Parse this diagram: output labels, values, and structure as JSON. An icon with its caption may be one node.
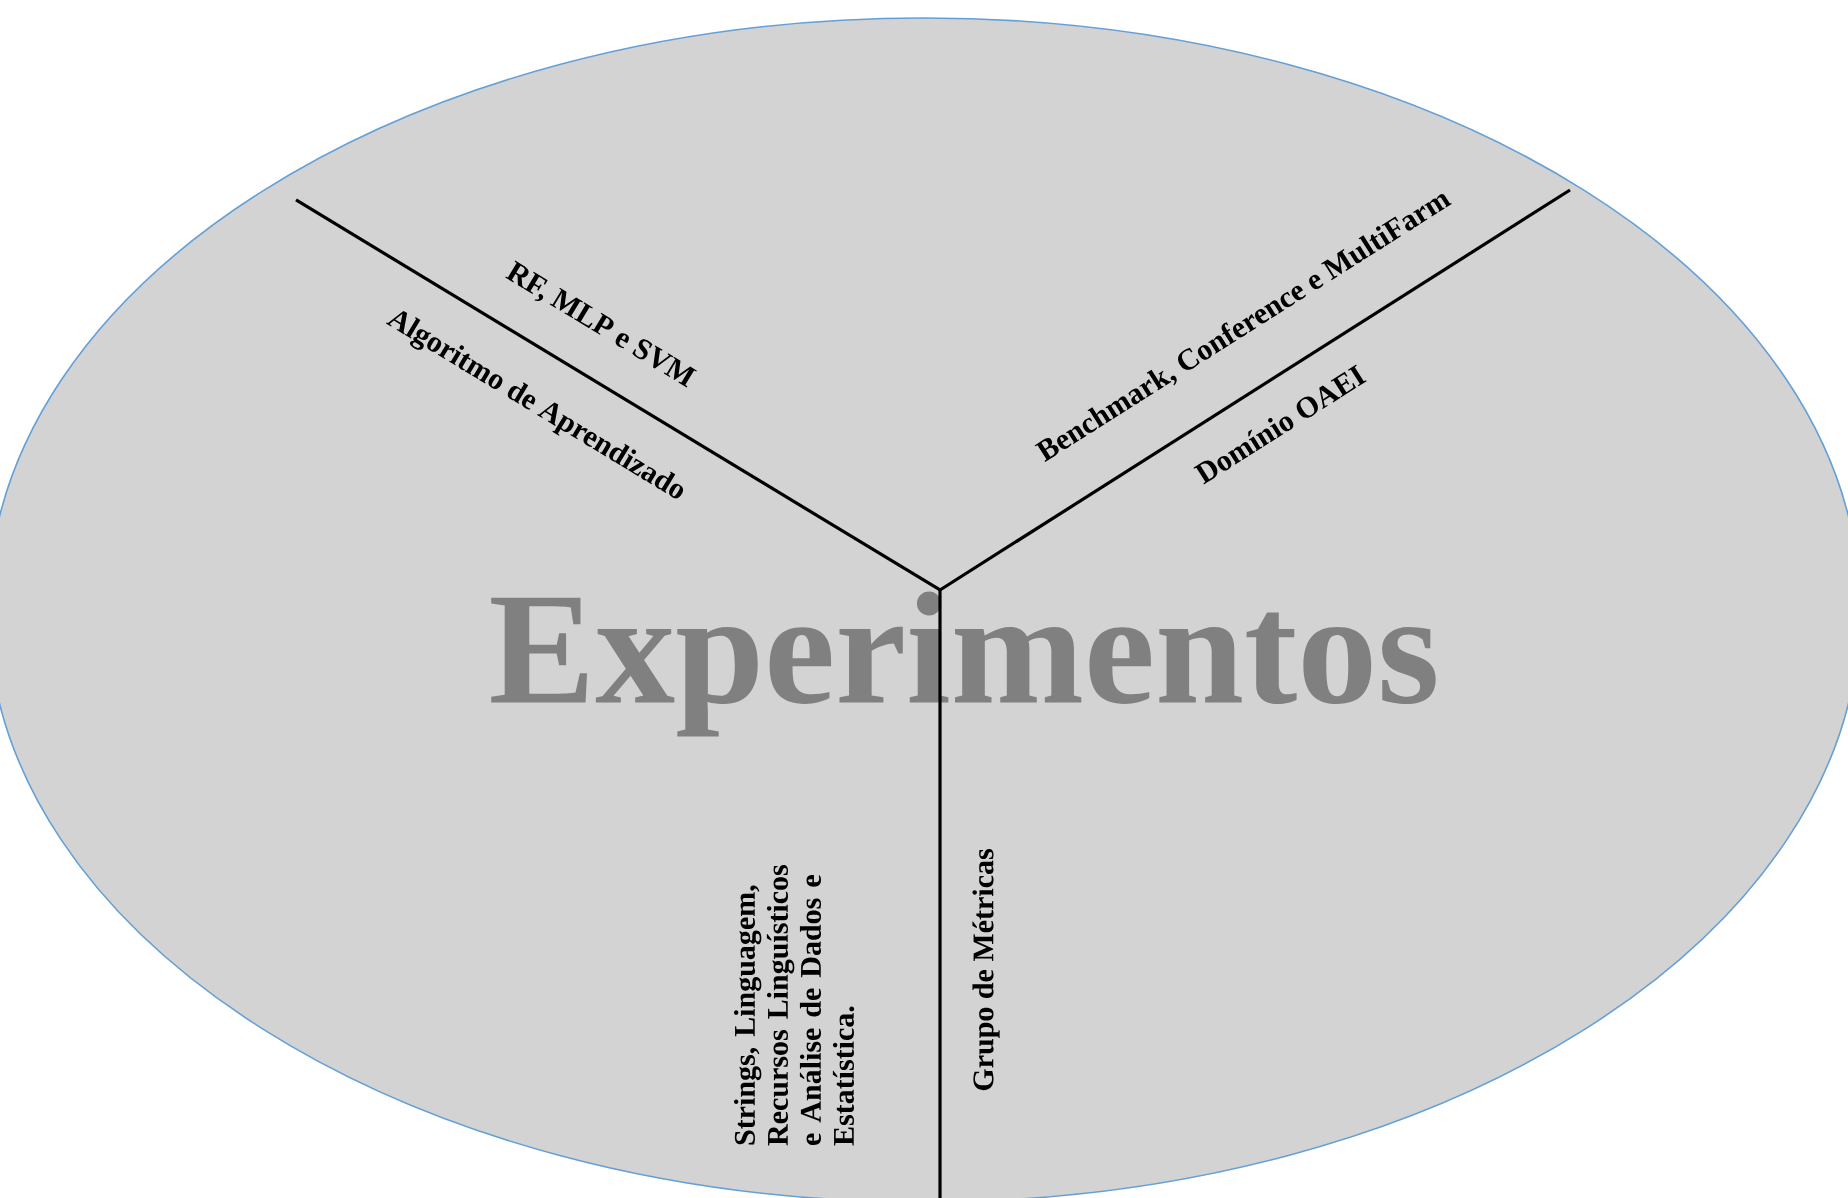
{
  "diagram": {
    "nodes": [
      {
        "text": [
          "Experimentos"
        ]
      }
    ],
    "labels": [
      "RF, MLP e SVM",
      "Algoritmo de Aprendizado",
      "Benchmark, Conference e MultiFarm",
      "Domínio OAEI",
      "Strings, Linguagem, Recursos Linguísticos e Análise de Dados e Estatística.",
      "Grupo de Métricas"
    ]
  }
}
